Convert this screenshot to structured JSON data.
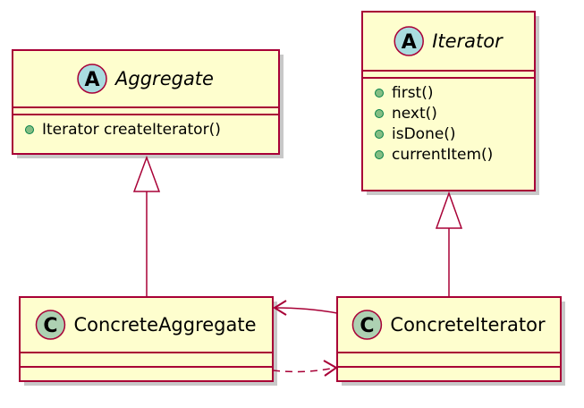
{
  "diagram": {
    "type": "uml-class-diagram",
    "colors": {
      "class_fill": "#FEFECE",
      "class_border": "#A80036",
      "edge": "#A80036",
      "abstract_badge": "#A9DCDF",
      "class_badge": "#ADD1B2",
      "member_public_dot": "#84BE84",
      "shadow": "#c8c8c8"
    },
    "classes": [
      {
        "id": "aggregate",
        "kind": "abstract",
        "badge": "A",
        "name": "Aggregate",
        "members": [
          "Iterator createIterator()"
        ]
      },
      {
        "id": "iterator",
        "kind": "abstract",
        "badge": "A",
        "name": "Iterator",
        "members": [
          "first()",
          "next()",
          "isDone()",
          "currentItem()"
        ]
      },
      {
        "id": "concrete_aggregate",
        "kind": "class",
        "badge": "C",
        "name": "ConcreteAggregate",
        "members": []
      },
      {
        "id": "concrete_iterator",
        "kind": "class",
        "badge": "C",
        "name": "ConcreteIterator",
        "members": []
      }
    ],
    "relations": [
      {
        "from": "concrete_aggregate",
        "to": "aggregate",
        "type": "generalization"
      },
      {
        "from": "concrete_iterator",
        "to": "iterator",
        "type": "generalization"
      },
      {
        "from": "concrete_iterator",
        "to": "concrete_aggregate",
        "type": "association"
      },
      {
        "from": "concrete_aggregate",
        "to": "concrete_iterator",
        "type": "dependency"
      }
    ]
  }
}
